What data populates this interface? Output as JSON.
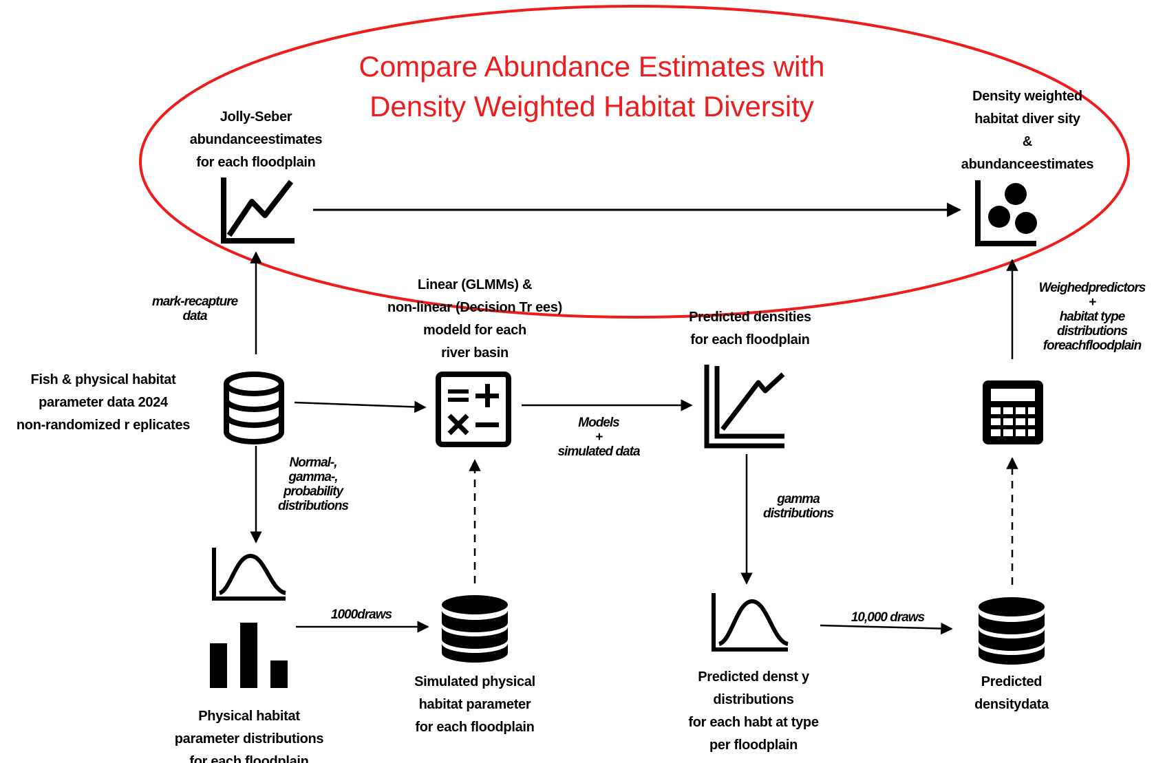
{
  "title": {
    "line1": "Compare Abundance Estimates with",
    "line2": "Density Weighted Habitat Diversity"
  },
  "nodes": {
    "jolly_seber": {
      "lines": [
        "Jolly-Seber",
        "abundanceestimates",
        "for each floodplain"
      ],
      "icon": "line-chart-icon"
    },
    "density_weighted": {
      "lines": [
        "Density weighted",
        "habitat diver sity",
        "&",
        "abundanceestimates"
      ],
      "icon": "scatter-chart-icon"
    },
    "fish_data": {
      "lines": [
        "Fish & physical habitat",
        "parameter data 2024",
        "non-randomized r eplicates"
      ],
      "icon": "database-icon"
    },
    "models": {
      "lines": [
        "Linear (GLMMs) &",
        "non-linear (Decision Tr ees)",
        "modeld for each",
        "river basin"
      ],
      "icon": "calculator-symbols-icon"
    },
    "predicted_densities": {
      "lines": [
        "Predicted densities",
        "for each floodplain"
      ],
      "icon": "line-chart-icon"
    },
    "calculator": {
      "icon": "calculator-icon"
    },
    "physical_distributions": {
      "lines": [
        "Physical habitat",
        "parameter distributions",
        "for each floodplain"
      ],
      "icons": [
        "bell-curve-icon",
        "bar-chart-icon"
      ]
    },
    "simulated": {
      "lines": [
        "Simulated physical",
        "habitat parameter",
        "for each floodplain"
      ],
      "icon": "database-icon"
    },
    "density_distributions": {
      "lines": [
        "Predicted denst y",
        "distributions",
        "for each habt at type",
        "per floodplain"
      ],
      "icon": "bell-curve-icon"
    },
    "predicted_density_data": {
      "lines": [
        "Predicted",
        "densitydata"
      ],
      "icon": "database-icon"
    }
  },
  "edges": {
    "mark_recapture": [
      "mark-recapture",
      "data"
    ],
    "distributions": [
      "Normal-,",
      "gamma-,",
      "probability",
      "distributions"
    ],
    "models_simulated": [
      "Models",
      "+",
      "simulated data"
    ],
    "gamma": [
      "gamma",
      "distributions"
    ],
    "draws_1000": "1000draws",
    "draws_10000": "10,000 draws",
    "weighted": [
      "Weighedpredictors",
      "+",
      "habitat type",
      "distributions",
      "foreachfloodplain"
    ]
  },
  "colors": {
    "highlight": "#ee1c1c",
    "ink": "#000000"
  }
}
